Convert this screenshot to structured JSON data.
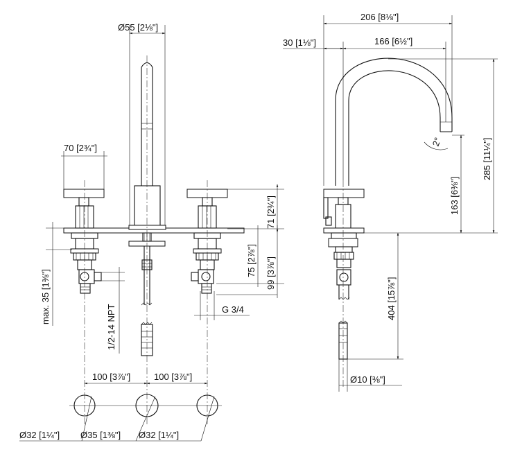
{
  "drawing": {
    "dims": {
      "top_width": "Ø55 [2⅛\"]",
      "handle_width": "70 [2¾\"]",
      "spout_reach_total": "206 [8⅛\"]",
      "spout_reach": "166 [6½\"]",
      "spout_base_offset": "30 [1⅛\"]",
      "spout_height": "285 [11¼\"]",
      "outlet_height": "163 [6⅜\"]",
      "handle_height": "71 [2¾\"]",
      "valve_depth": "75 [2⅞\"]",
      "valve_total": "99 [3⅞\"]",
      "max_deck": "max. 35 [1⅜\"]",
      "npt_thread": "1/2-14 NPT",
      "g_thread": "G 3/4",
      "spacing_left": "100 [3⅞\"]",
      "spacing_right": "100 [3⅞\"]",
      "hole_left": "Ø32 [1¼\"]",
      "hole_center": "Ø35 [1⅜\"]",
      "hole_right": "Ø32 [1¼\"]",
      "supply_length": "404 [15⅞\"]",
      "supply_diameter": "Ø10 [⅜\"]",
      "swivel_angle": "2°"
    }
  }
}
